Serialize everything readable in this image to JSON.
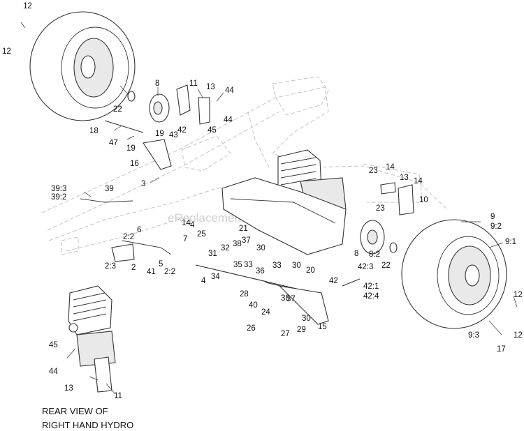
{
  "watermark": "eReplacementParts.com",
  "caption": {
    "line1": "REAR VIEW OF",
    "line2": "RIGHT HAND HYDRO"
  },
  "callouts": [
    "12",
    "12",
    "22",
    "8",
    "11",
    "13",
    "44",
    "44",
    "42",
    "45",
    "18",
    "47",
    "19",
    "19",
    "43",
    "16",
    "3",
    "39:3",
    "39",
    "39:2",
    "23",
    "14",
    "13",
    "14",
    "23",
    "10",
    "9",
    "9:2",
    "9:1",
    "22",
    "8",
    "8:2",
    "6",
    "14",
    "4",
    "7",
    "2:2",
    "2:3",
    "2",
    "41",
    "5",
    "2:2",
    "25",
    "21",
    "37",
    "38",
    "32",
    "31",
    "30",
    "35",
    "33",
    "36",
    "33",
    "30",
    "20",
    "42:3",
    "42",
    "42:1",
    "42:4",
    "34",
    "4",
    "28",
    "40",
    "37",
    "38",
    "24",
    "26",
    "30",
    "27",
    "29",
    "15",
    "12",
    "12",
    "9:3",
    "17",
    "45",
    "44",
    "13",
    "11"
  ]
}
